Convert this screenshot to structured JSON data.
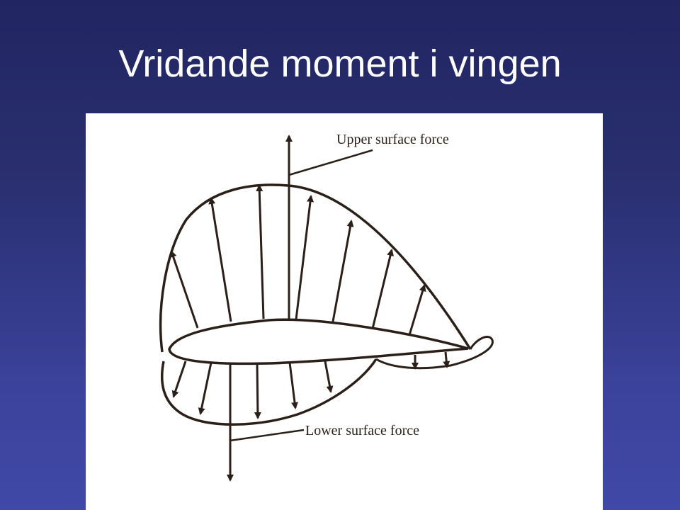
{
  "slide": {
    "title": "Vridande moment i vingen"
  },
  "diagram": {
    "labels": {
      "upper": "Upper surface force",
      "lower": "Lower surface force"
    },
    "colors": {
      "background": "#2a2f70",
      "title": "#ffffff",
      "panel": "#ffffff",
      "ink": "#2b1f19"
    }
  }
}
